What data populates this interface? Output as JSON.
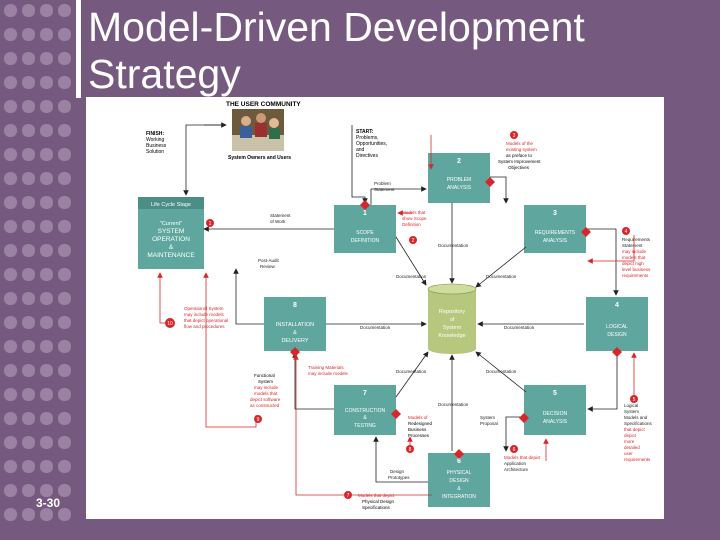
{
  "slide": {
    "title_line1": "Model-Driven Development",
    "title_line2": "Strategy",
    "number": "3-30"
  },
  "colors": {
    "background": "#76597f",
    "phase_box": "#5fa79e",
    "callout_red": "#d9262a",
    "arrow": "#222222"
  },
  "diagram": {
    "user_community": "THE USER COMMUNITY",
    "system_owners": "System Owners and Users",
    "finish": [
      "FINISH:",
      "Working",
      "Business",
      "Solution"
    ],
    "start": [
      "START:",
      "Problems,",
      "Opportunities,",
      "and",
      "Directives"
    ],
    "life_cycle": {
      "header": "Life Cycle Stage",
      "lines": [
        "\"Current\"",
        "SYSTEM",
        "OPERATION",
        "&",
        "MAINTENANCE"
      ]
    },
    "repository": [
      "Repository",
      "of",
      "System",
      "Knowledge"
    ],
    "phases": [
      {
        "num": "1",
        "lines": [
          "SCOPE",
          "DEFINITION"
        ]
      },
      {
        "num": "2",
        "lines": [
          "PROBLEM",
          "ANALYSIS"
        ]
      },
      {
        "num": "3",
        "lines": [
          "REQUIREMENTS",
          "ANALYSIS"
        ]
      },
      {
        "num": "4",
        "lines": [
          "LOGICAL",
          "DESIGN"
        ]
      },
      {
        "num": "5",
        "lines": [
          "DECISION",
          "ANALYSIS"
        ]
      },
      {
        "num": "6",
        "lines": [
          "PHYSICAL",
          "DESIGN",
          "&",
          "INTEGRATION"
        ]
      },
      {
        "num": "7",
        "lines": [
          "CONSTRUCTION",
          "&",
          "TESTING"
        ]
      },
      {
        "num": "8",
        "lines": [
          "INSTALLATION",
          "&",
          "DELIVERY"
        ]
      }
    ],
    "labels": {
      "problem_statement": [
        "Problem",
        "Statement"
      ],
      "statement_of_work": [
        "Statement",
        "of Work"
      ],
      "post_audit_review": [
        "Post-Audit",
        "Review"
      ],
      "documentation": "Documentation",
      "training_materials": [
        "Training Materials",
        "may include models"
      ],
      "requirements_statement": [
        "Requirements",
        "Statement"
      ],
      "system_proposal": [
        "System",
        "Proposal"
      ],
      "design_prototypes": [
        "Design",
        "Prototypes"
      ],
      "application_architecture": [
        "Application",
        "Architecture"
      ],
      "logical_system_models": [
        "Logical",
        "System",
        "Models and",
        "Specifications"
      ]
    },
    "callouts": {
      "c1": "1",
      "c2": "2",
      "c2_text": [
        "Models that",
        "show Scope",
        "Definition"
      ],
      "c3": "3",
      "c3_text": [
        "Models of the",
        "existing system",
        "as preface to",
        "System Improvement",
        "Objectives"
      ],
      "c4": "4",
      "c4_text": [
        "may include",
        "models that",
        "depict high",
        "level business",
        "requirements"
      ],
      "c5": "5",
      "c5_text": [
        "that depict",
        "depict",
        "more",
        "detailed",
        "user",
        "requirements"
      ],
      "c6": "6",
      "c6_text": [
        "Models that depict"
      ],
      "c7": "7",
      "c7_text": [
        "Models that depict",
        "Physical Design",
        "Specifications"
      ],
      "c8": "8",
      "c8_text": [
        "Models of",
        "Redesigned",
        "Business",
        "Processes"
      ],
      "c9": "9",
      "c9_text": [
        "Functional",
        "System",
        "may include",
        "models that",
        "depict software",
        "as constructed"
      ],
      "c10": "10",
      "c10_text": [
        "Operational System",
        "may include models",
        "that depict operational",
        "flow and procedures"
      ]
    }
  }
}
